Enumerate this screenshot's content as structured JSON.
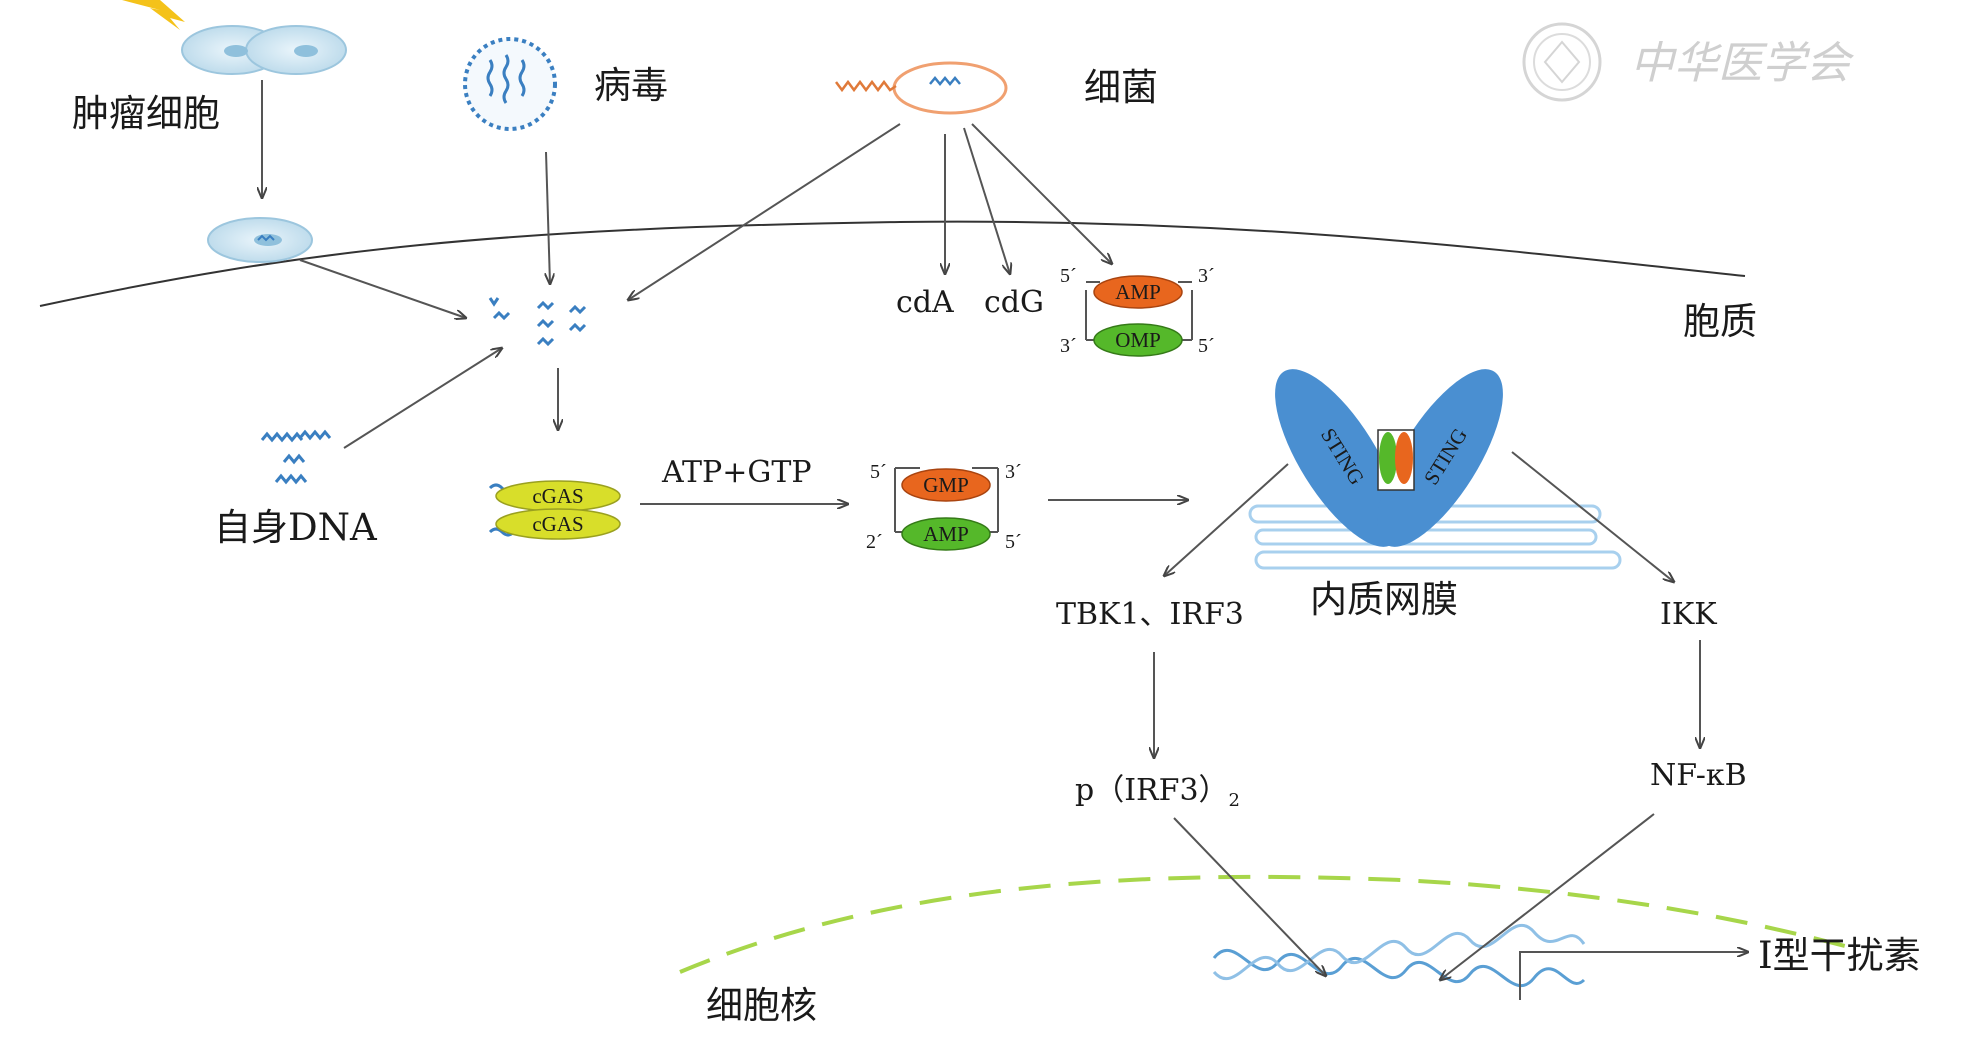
{
  "labels": {
    "tumor_cell": "肿瘤细胞",
    "virus": "病毒",
    "bacteria": "细菌",
    "cytoplasm": "胞质",
    "self_dna": "自身DNA",
    "cdA": "cdA",
    "cdG": "cdG",
    "atp_gtp": "ATP+GTP",
    "cgas": "cGAS",
    "gmp": "GMP",
    "amp": "AMP",
    "omp": "OMP",
    "sting": "STING",
    "er": "内质网膜",
    "tbk1_irf3": "TBK1、IRF3",
    "ikk": "IKK",
    "pirf3": "p（IRF3）",
    "pirf3_sub": "2",
    "nfkb": "NF-κB",
    "nucleus": "细胞核",
    "ifn": "I型干扰素",
    "prime_3": "3´",
    "prime_5": "5´",
    "prime_2": "2´"
  },
  "watermark": "中华医学会",
  "colors": {
    "orange": "#e8661e",
    "green": "#55b82a",
    "cgas_yellow": "#d8de2a",
    "sting_blue": "#4a8fd1",
    "dna_blue": "#3a7fc1",
    "nucleus_dash": "#a7d64a",
    "er_blue": "#a8d0ee",
    "bacteria_orange": "#f0a070"
  }
}
